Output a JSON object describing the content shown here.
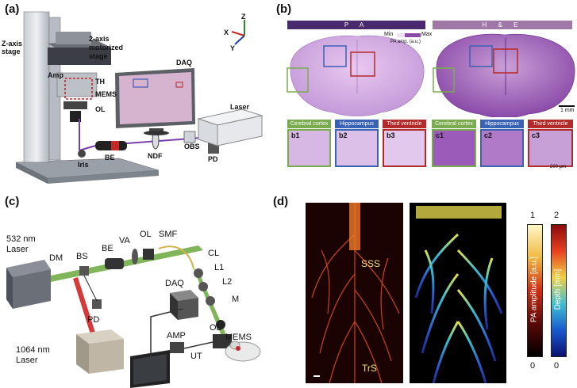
{
  "panels": {
    "a": {
      "label": "(a)",
      "labels": {
        "z_stage": "Z-axis\nstage",
        "two_axis": "2-axis\nmotorized\nstage",
        "amp": "Amp",
        "th": "TH",
        "mems": "MEMS",
        "ol": "OL",
        "daq": "DAQ",
        "laser": "Laser",
        "obs": "OBS",
        "pd": "PD",
        "ndf": "NDF",
        "be": "BE",
        "iris": "Iris"
      },
      "axes": {
        "x": "X",
        "y": "Y",
        "z": "Z"
      }
    },
    "b": {
      "label": "(b)",
      "header_pa": "P A",
      "header_he": "H & E",
      "legend_min": "Min",
      "legend_max": "Max",
      "legend_title": "PA amp. (a.u.)",
      "scale_big": "1 mm",
      "scale_small": "200 μm",
      "tags": [
        "Cerebral cortex",
        "Hippocampus",
        "Third ventricle",
        "Cerebral cortex",
        "Hippocampus",
        "Third ventricle"
      ],
      "thumbs": [
        "b1",
        "b2",
        "b3",
        "c1",
        "c2",
        "c3"
      ],
      "colors": {
        "pa_header": "#4a2a6e",
        "he_header": "#a078a8",
        "green": "#7aab4e",
        "blue": "#3a62b4",
        "red": "#b32a2a"
      }
    },
    "c": {
      "label": "(c)",
      "labels": {
        "laser532": "532 nm\nLaser",
        "dm": "DM",
        "bs": "BS",
        "be": "BE",
        "va": "VA",
        "ol": "OL",
        "smf": "SMF",
        "cl": "CL",
        "l1": "L1",
        "l2": "L2",
        "m": "M",
        "daq": "DAQ",
        "amp": "AMP",
        "ol2": "OL",
        "mems": "MEMS",
        "pd": "PD",
        "ut": "UT",
        "laser1064": "1064 nm\nLaser"
      }
    },
    "d": {
      "label": "(d)",
      "sss": "SSS",
      "trs": "TrS",
      "cb1": {
        "top": "1",
        "bottom": "0",
        "title": "PA amplitude [a.u.]"
      },
      "cb2": {
        "top": "2",
        "bottom": "0",
        "title": "Depth [mm]"
      }
    }
  }
}
